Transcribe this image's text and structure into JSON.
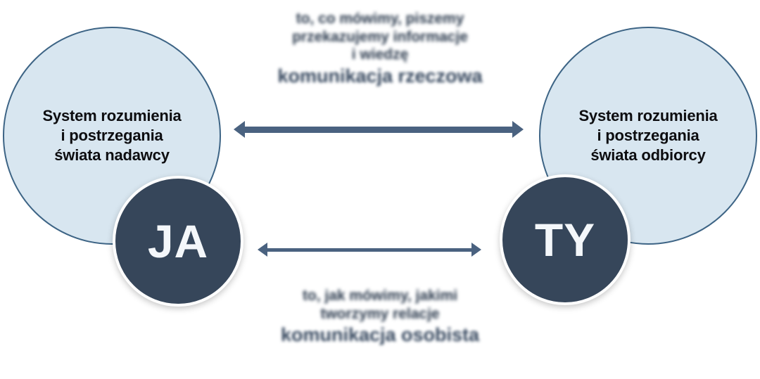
{
  "diagram": {
    "title": "Model komunikacji nadawca-odbiorca",
    "colors": {
      "background": "#ffffff",
      "world_circle_fill": "#d8e6f0",
      "world_circle_border": "#3d6485",
      "persona_circle_fill": "#36465a",
      "persona_label": "#f4f7fa",
      "arrow": "#4a6280",
      "caption_text": "#2b3a4d",
      "world_text": "#0d0d10"
    }
  },
  "left_side": {
    "world_label": "System rozumienia\ni postrzegania\nświata nadawcy",
    "persona_label": "JA"
  },
  "right_side": {
    "world_label": "System rozumienia\ni postrzegania\nświata odbiorcy",
    "persona_label": "TY"
  },
  "arrows": [
    {
      "name": "upper-exchange-arrow",
      "direction": "bidirectional"
    },
    {
      "name": "lower-exchange-arrow",
      "direction": "bidirectional"
    }
  ],
  "captions": {
    "top": {
      "lines": [
        "to, co mówimy, piszemy",
        "przekazujemy informacje",
        "i wiedzę"
      ],
      "emphasis": "komunikacja rzeczowa"
    },
    "bottom": {
      "lines": [
        "to, jak mówimy, jakimi",
        "tworzymy relacje"
      ],
      "emphasis": "komunikacja osobista"
    }
  }
}
